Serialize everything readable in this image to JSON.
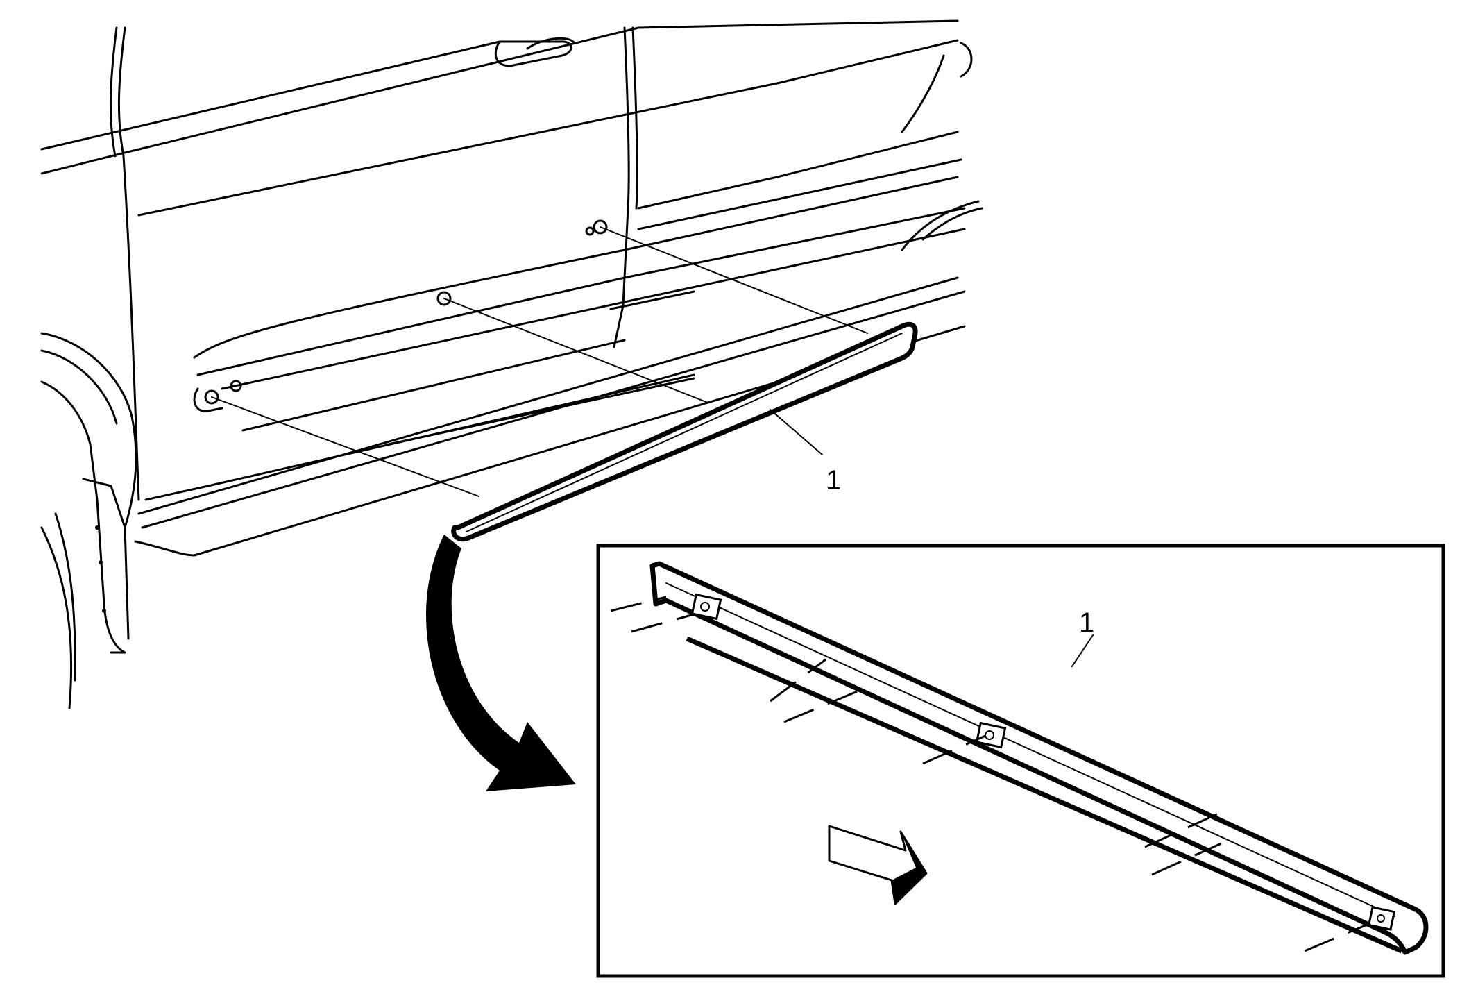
{
  "figure": {
    "callouts": [
      {
        "id": "main-molding",
        "label": "1"
      },
      {
        "id": "detail-molding",
        "label": "1"
      }
    ],
    "icons": [
      "curved-arrow-icon",
      "direction-arrow-icon"
    ],
    "colors": {
      "line": "#000000",
      "background": "#ffffff"
    }
  }
}
